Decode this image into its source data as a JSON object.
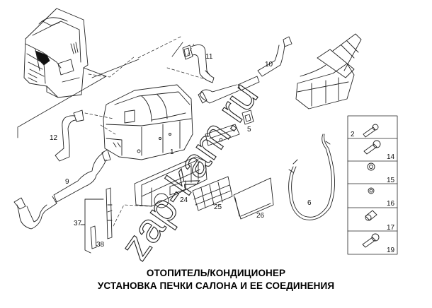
{
  "title": {
    "line1": "ОТОПИТЕЛЬ/КОНДИЦИОНЕР",
    "line2": "УСТАНОВКА ПЕЧКИ САЛОНА И ЕЕ СОЕДИНЕНИЯ"
  },
  "watermark": "zap-kam.ru",
  "callouts": {
    "p1": "1",
    "p5": "5",
    "p6": "6",
    "p9": "9",
    "p10": "10",
    "p11": "11",
    "p12": "12",
    "p24": "24",
    "p25": "25",
    "p26": "26",
    "p37": "37",
    "p38": "38"
  },
  "fastener_table": [
    {
      "label": "2",
      "part": "screw"
    },
    {
      "label": "14",
      "part": "screw"
    },
    {
      "label": "15",
      "part": "grommet"
    },
    {
      "label": "16",
      "part": "nut"
    },
    {
      "label": "17",
      "part": "sleeve-nut"
    },
    {
      "label": "19",
      "part": "screw"
    }
  ]
}
